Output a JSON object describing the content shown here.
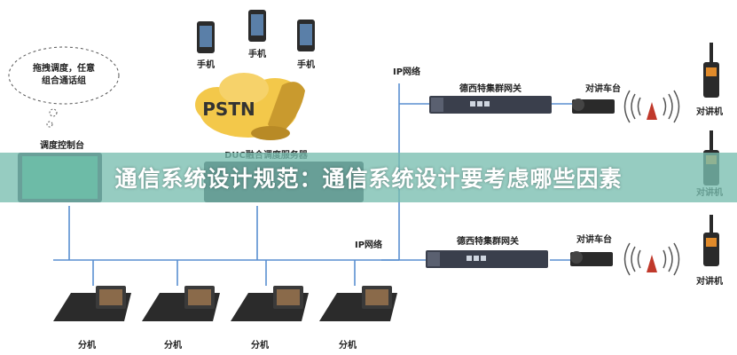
{
  "banner": {
    "title": "通信系统设计规范：通信系统设计要考虑哪些因素"
  },
  "diagram": {
    "callout": {
      "line1": "拖拽调度，任意",
      "line2": "组合通话组"
    },
    "console_label": "调度控制台",
    "phone_label": "手机",
    "pstn_label": "PSTN",
    "server_label": "DUC融合调度服务器",
    "ip_network_top": "IP网络",
    "ip_network_bottom": "IP网络",
    "gateway_label": "德西特集群网关",
    "vehicle_radio_label": "对讲车台",
    "handheld_label": "对讲机",
    "extension_label": "分机"
  },
  "colors": {
    "banner": "#78beaf",
    "line": "#5a8fd0",
    "pstn_cloud": "#f3c84a"
  }
}
